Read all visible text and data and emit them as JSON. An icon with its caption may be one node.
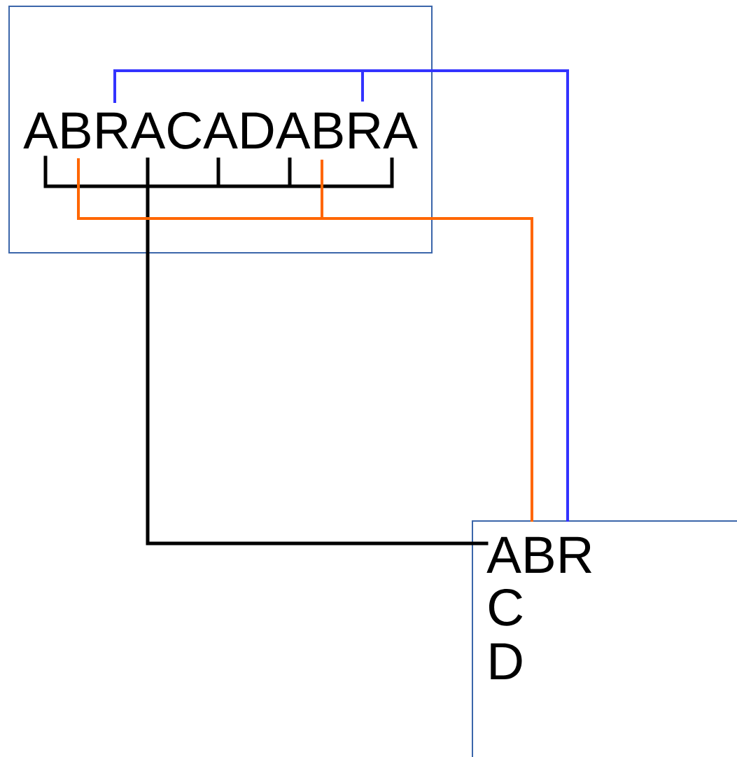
{
  "diagram": {
    "nodes": [
      {
        "text": [
          "ABRACADABRA"
        ]
      },
      {
        "text": [
          "ABR",
          "C",
          "D"
        ]
      }
    ],
    "edges": [
      {
        "from": 0,
        "to": 1,
        "arrow": "none"
      },
      {
        "from": 0,
        "to": 1,
        "arrow": "none",
        "color": "#ff6600"
      },
      {
        "from": 0,
        "to": 1,
        "arrow": "none",
        "color": "#3333ff"
      }
    ]
  }
}
